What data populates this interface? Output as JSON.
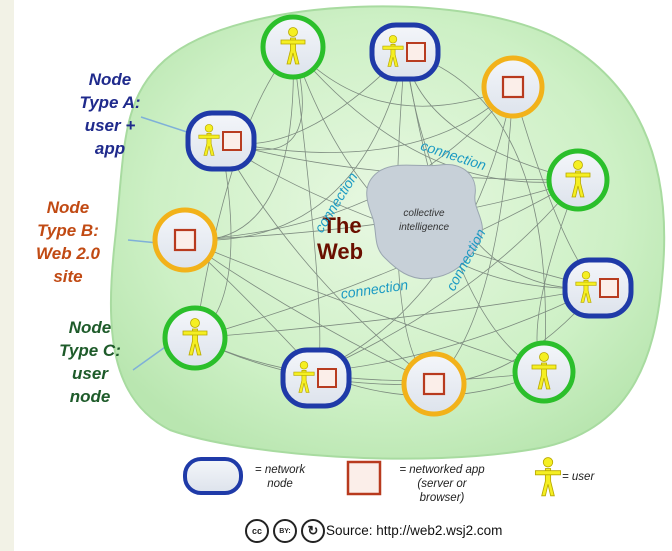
{
  "diagram": {
    "center_title_line1": "The",
    "center_title_line2": "Web",
    "collective_line1": "collective",
    "collective_line2": "intelligence",
    "connection_label": "connection"
  },
  "node_types": {
    "a": {
      "text": "Node\nType A:\nuser +\napp",
      "color": "#1f2a8c"
    },
    "b": {
      "text": "Node\nType B:\nWeb 2.0\nsite",
      "color": "#c14a13"
    },
    "c": {
      "text": "Node\nType C:\nuser\nnode",
      "color": "#1e5b2a"
    }
  },
  "legend": {
    "network_node": "= network\nnode",
    "networked_app": "= networked app\n(server or\nbrowser)",
    "user": "= user"
  },
  "footer": {
    "cc_badges": [
      "cc",
      "BY:",
      "↻"
    ],
    "source_label": "Source:",
    "source_url": "http://web2.wsj2.com"
  },
  "colors": {
    "blob_fill": "#cdf0c5",
    "blob_edge": "#a8dba0",
    "user_app_ring": "#1f3aa8",
    "site_ring": "#f2b21a",
    "user_ring": "#2bbf2b",
    "app_square": "#b83a1e",
    "user_figure": "#f5ef22",
    "cloud": "#c7d0d8"
  }
}
